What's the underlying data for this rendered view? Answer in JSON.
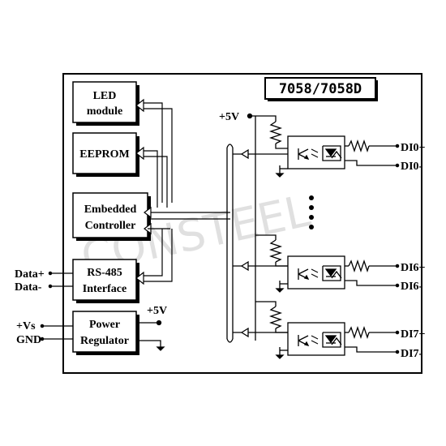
{
  "model_title": "7058/7058D",
  "watermark": "CONSTEEL",
  "blocks": {
    "led": [
      "LED",
      "module"
    ],
    "eeprom": "EEPROM",
    "controller": [
      "Embedded",
      "Controller"
    ],
    "rs485": [
      "RS-485",
      "Interface"
    ],
    "power": [
      "Power",
      "Regulator"
    ]
  },
  "supply_labels": {
    "top": "+5V",
    "regulator_out": "+5V"
  },
  "left_pins": {
    "data_plus": "Data+",
    "data_minus": "Data-",
    "vs": "+Vs",
    "gnd": "GND"
  },
  "right_pins": {
    "di0_plus": "DI0+",
    "di0_minus": "DI0-",
    "di6_plus": "DI6+",
    "di6_minus": "DI6-",
    "di7_plus": "DI7+",
    "di7_minus": "DI7-"
  },
  "colors": {
    "line": "#000000",
    "block_shadow": "#111111",
    "watermark": "#c8c8c8"
  }
}
